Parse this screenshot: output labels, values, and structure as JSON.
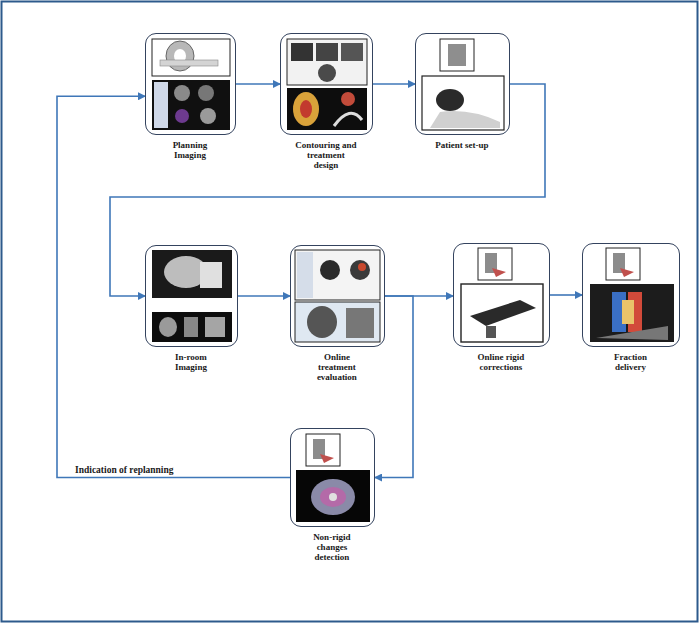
{
  "diagram": {
    "nodes": [
      {
        "text": [
          "Planning Imaging"
        ]
      },
      {
        "text": [
          "Contouring and treatment design"
        ]
      },
      {
        "text": [
          "Patient set-up"
        ]
      },
      {
        "text": [
          "In-room Imaging"
        ]
      },
      {
        "text": [
          "Online treatment evaluation"
        ]
      },
      {
        "text": [
          "Online rigid corrections"
        ]
      },
      {
        "text": [
          "Fraction delivery"
        ]
      },
      {
        "text": [
          "Non-rigid changes detection"
        ]
      }
    ],
    "edges": [
      {
        "from": 0,
        "to": 1,
        "arrow": "to"
      },
      {
        "from": 1,
        "to": 2,
        "arrow": "to"
      },
      {
        "from": 2,
        "to": 3,
        "arrow": "to"
      },
      {
        "from": 3,
        "to": 4,
        "arrow": "to"
      },
      {
        "from": 4,
        "to": 5,
        "arrow": "to"
      },
      {
        "from": 4,
        "to": 7,
        "arrow": "to"
      },
      {
        "from": 5,
        "to": 6,
        "arrow": "to"
      },
      {
        "from": 7,
        "to": 0,
        "label": "Indication of replanning",
        "arrow": "to"
      }
    ]
  }
}
